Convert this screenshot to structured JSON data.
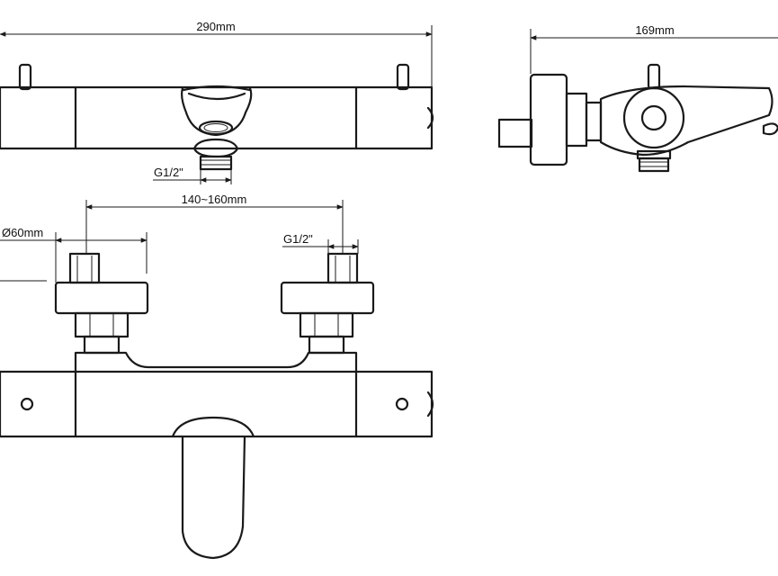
{
  "dimensions": {
    "top_width": "290mm",
    "side_depth": "169mm",
    "top_outlet_thread": "G1/2\"",
    "inlet_centres": "140~160mm",
    "cover_diameter": "Ø60mm",
    "inlet_thread": "G1/2\""
  },
  "colors": {
    "line": "#1a1a1a",
    "background": "#ffffff"
  }
}
